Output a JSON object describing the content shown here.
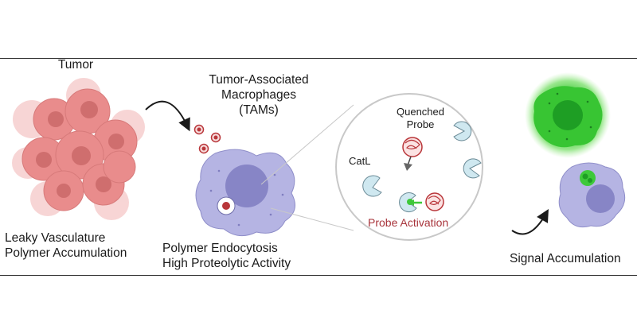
{
  "labels": {
    "tumor": "Tumor",
    "tam_line1": "Tumor-Associated",
    "tam_line2": "Macrophages",
    "tam_line3": "(TAMs)",
    "quenched_line1": "Quenched",
    "quenched_line2": "Probe",
    "catl": "CatL",
    "probe_activation": "Probe Activation",
    "leaky_line1": "Leaky Vasculature",
    "leaky_line2": "Polymer Accumulation",
    "endo_line1": "Polymer Endocytosis",
    "endo_line2": "High Proteolytic Activity",
    "signal": "Signal Accumulation"
  },
  "colors": {
    "tumor_cell": "#e98c8c",
    "tumor_nucleus": "#cf6e6e",
    "macrophage": "#b5b4e3",
    "macrophage_nucleus": "#8785c6",
    "probe": "#b9363a",
    "enzyme": "#cfe8f0",
    "signal_green": "#3ec93a",
    "activation_text": "#a8343b"
  },
  "icons": [
    "curved-arrow-icon",
    "quenched-probe-icon",
    "catl-enzyme-icon",
    "activated-probe-icon"
  ]
}
